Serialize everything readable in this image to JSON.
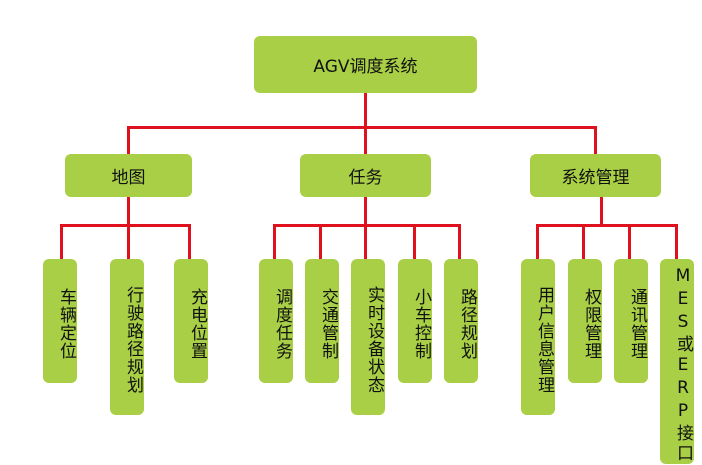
{
  "root": {
    "label": "AGV调度系统"
  },
  "groups": [
    {
      "label": "地图",
      "children": [
        "车辆定位",
        "行驶路径规划",
        "充电位置"
      ]
    },
    {
      "label": "任务",
      "children": [
        "调度任务",
        "交通管制",
        "实时设备状态",
        "小车控制",
        "路径规划"
      ]
    },
    {
      "label": "系统管理",
      "children": [
        "用户信息管理",
        "权限管理",
        "通讯管理",
        "MES或ERP接口"
      ]
    }
  ],
  "colors": {
    "box_fill": "#a8cf45",
    "connector": "#e0111e",
    "text": "#111111"
  }
}
